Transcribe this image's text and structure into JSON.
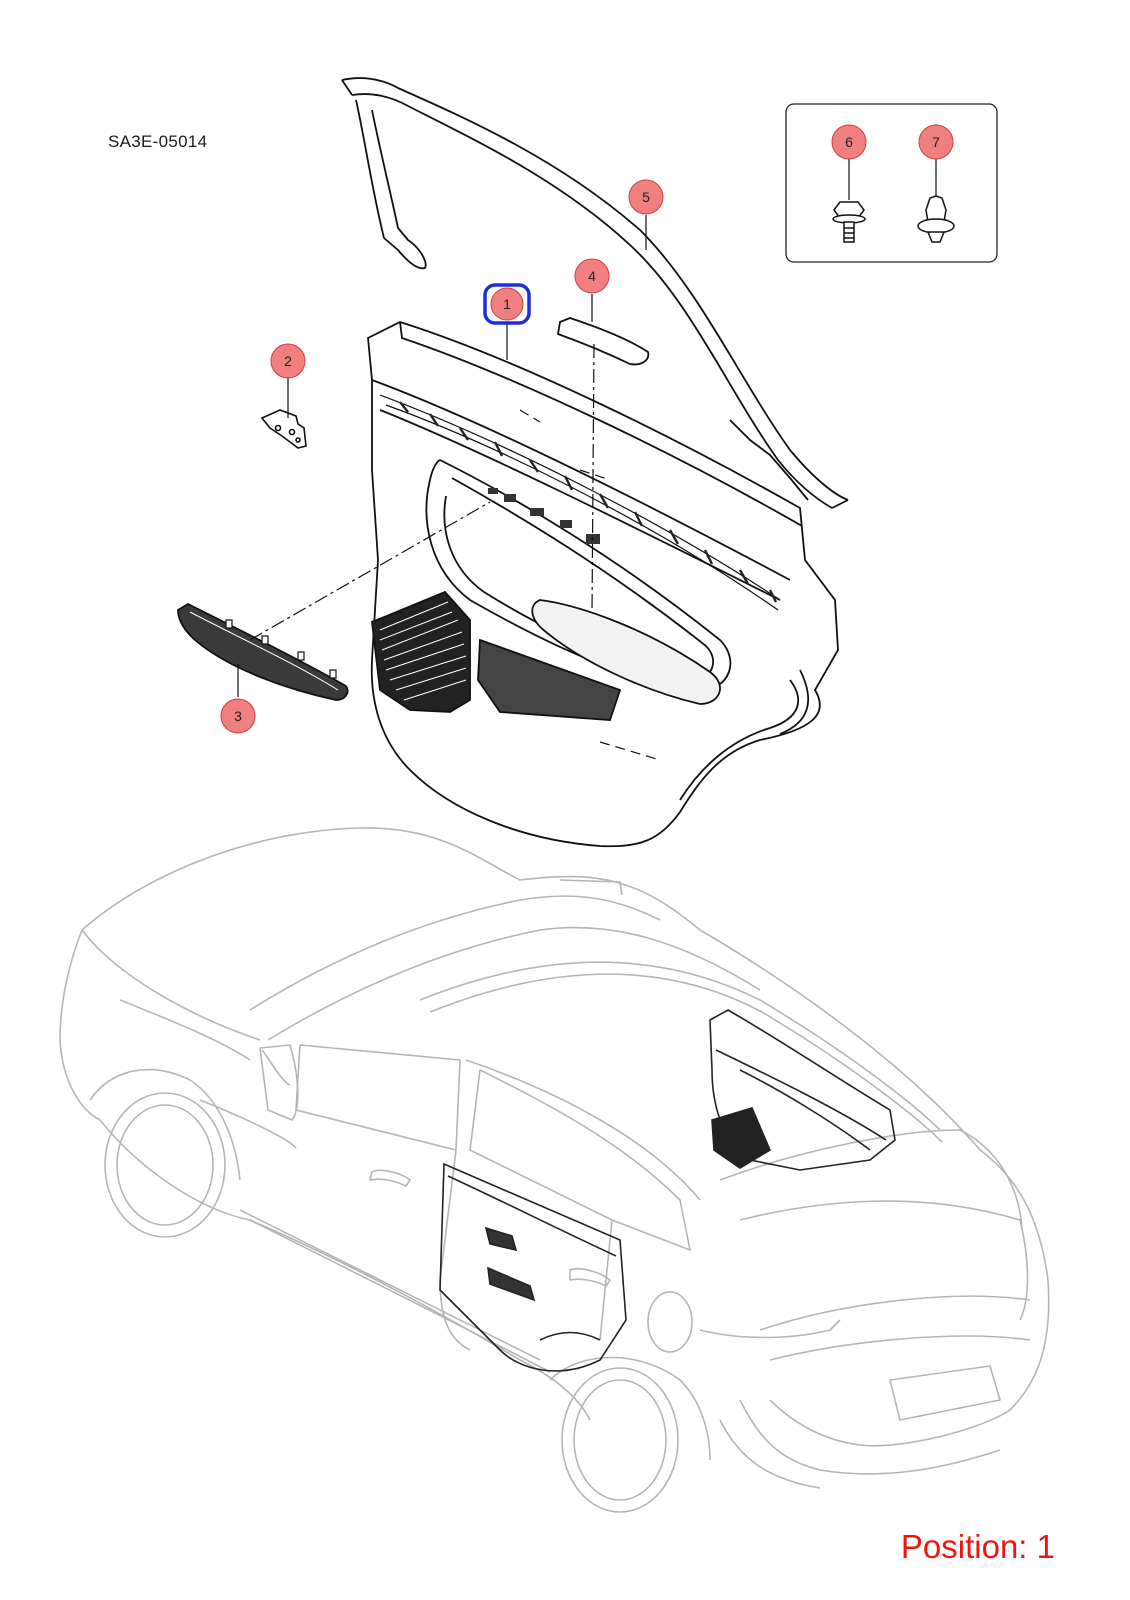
{
  "diagram": {
    "code": "SA3E-05014",
    "position_label": "Position: 1",
    "selected_callout": "1",
    "colors": {
      "callout_fill": "#f08080",
      "callout_stroke": "#d23c3c",
      "selected_stroke": "#1f2be0",
      "position_text": "#e8180e",
      "vehicle_line": "#b5b5b5"
    },
    "callouts": [
      {
        "num": "1"
      },
      {
        "num": "2"
      },
      {
        "num": "3"
      },
      {
        "num": "4"
      },
      {
        "num": "5"
      },
      {
        "num": "6"
      },
      {
        "num": "7"
      }
    ]
  }
}
